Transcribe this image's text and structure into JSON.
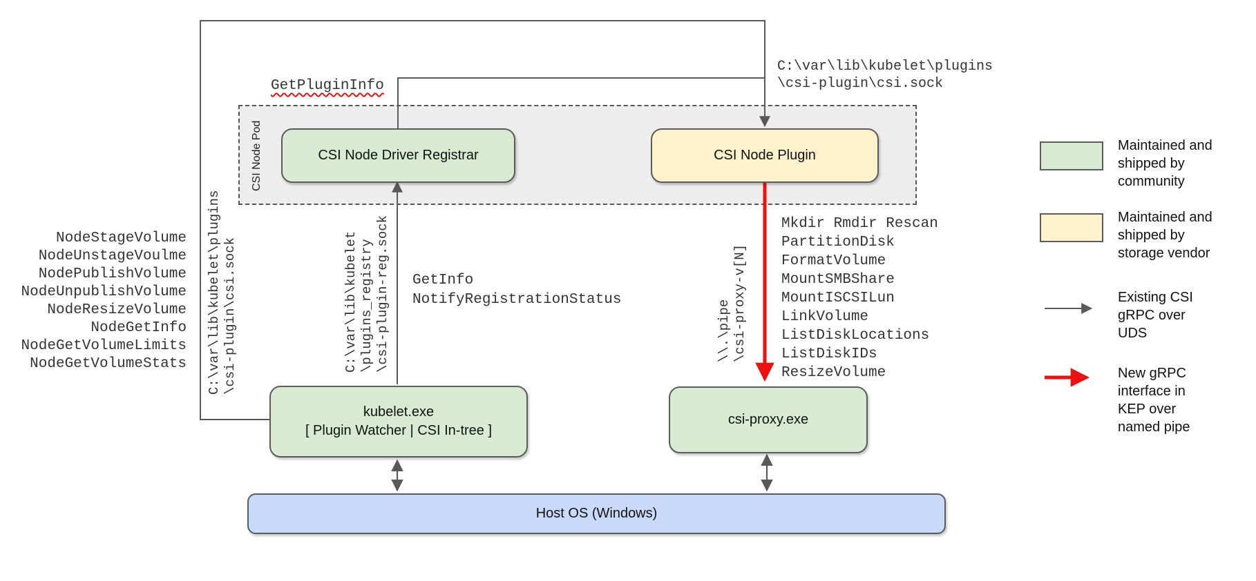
{
  "diagram": {
    "pod_label": "CSI Node Pod",
    "boxes": {
      "registrar": {
        "label": "CSI Node Driver Registrar"
      },
      "plugin": {
        "label": "CSI Node Plugin"
      },
      "kubelet": {
        "line1": "kubelet.exe",
        "line2": "[ Plugin Watcher | CSI In-tree ]"
      },
      "csi_proxy": {
        "label": "csi-proxy.exe"
      },
      "host_os": {
        "label": "Host OS (Windows)"
      }
    },
    "labels": {
      "get_plugin_info": "GetPluginInfo",
      "csi_sock_path": "C:\\var\\lib\\kubelet\\plugins\n\\csi-plugin\\csi.sock",
      "csi_sock_path_vertical": "C:\\var\\lib\\kubelet\\plugins\n\\csi-plugin\\csi.sock",
      "registration_sock_vertical": "C:\\var\\lib\\kubelet\n\\plugins_registry\n\\csi-plugin-reg.sock",
      "registration_calls": "GetInfo\nNotifyRegistrationStatus",
      "pipe_vertical": "\\\\.\\pipe\n\\csi-proxy-v[N]"
    },
    "node_methods": [
      "NodeStageVolume",
      "NodeUnstageVoulme",
      "NodePublishVolume",
      "NodeUnpublishVolume",
      "NodeResizeVolume",
      "NodeGetInfo",
      "NodeGetVolumeLimits",
      "NodeGetVolumeStats"
    ],
    "proxy_methods": [
      "Mkdir Rmdir Rescan",
      "PartitionDisk",
      "FormatVolume",
      "MountSMBShare",
      "MountISCSILun",
      "LinkVolume",
      "ListDiskLocations",
      "ListDiskIDs",
      "ResizeVolume"
    ]
  },
  "legend": {
    "community": "Maintained and\nshipped by\ncommunity",
    "vendor": "Maintained and\nshipped by\nstorage vendor",
    "existing_grpc": "Existing CSI\ngRPC over\nUDS",
    "new_grpc": "New gRPC\ninterface in\nKEP over\nnamed pipe"
  },
  "colors": {
    "community_green": "#d9ead3",
    "vendor_yellow": "#fff2cc",
    "host_blue": "#c9daf8",
    "pod_gray": "#ededed",
    "line_gray": "#595959",
    "arrow_red": "#ee1111",
    "squiggle_red": "#e01414"
  }
}
